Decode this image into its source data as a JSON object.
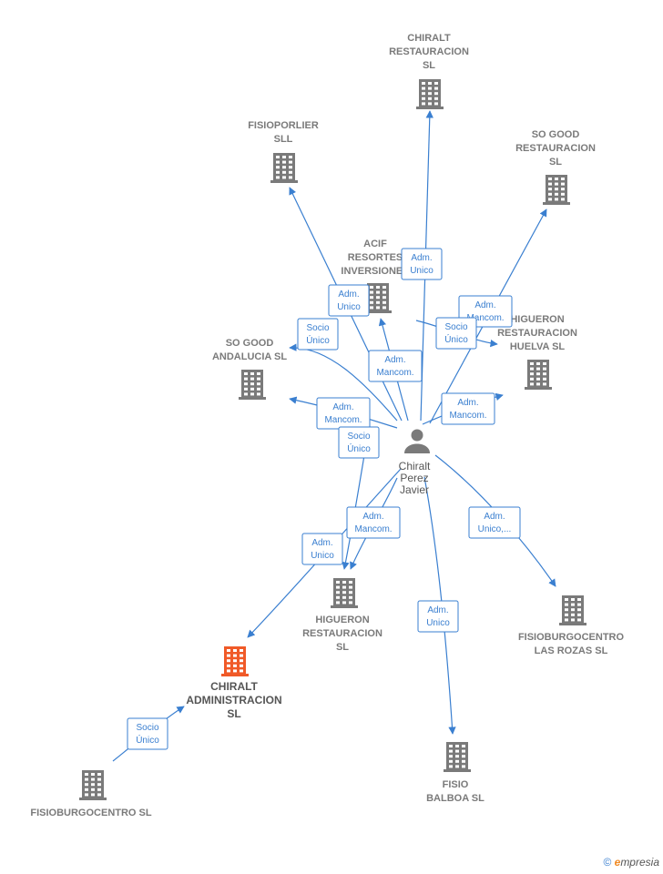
{
  "center": {
    "lines": [
      "Chiralt",
      "Perez",
      "Javier"
    ]
  },
  "nodes": [
    {
      "id": "chiralt_rest",
      "lines": [
        "CHIRALT",
        "RESTAURACION",
        "SL"
      ],
      "highlight": false
    },
    {
      "id": "fisioporlier",
      "lines": [
        "FISIOPORLIER",
        "SLL"
      ],
      "highlight": false
    },
    {
      "id": "sogood_rest",
      "lines": [
        "SO GOOD",
        "RESTAURACION",
        "SL"
      ],
      "highlight": false
    },
    {
      "id": "acif",
      "lines": [
        "ACIF",
        "RESORTES",
        "INVERSIONES"
      ],
      "highlight": false
    },
    {
      "id": "sogood_and",
      "lines": [
        "SO GOOD",
        "ANDALUCIA SL"
      ],
      "highlight": false
    },
    {
      "id": "higueron_huelva",
      "lines": [
        "HIGUERON",
        "RESTAURACION",
        "HUELVA SL"
      ],
      "highlight": false
    },
    {
      "id": "higueron_rest",
      "lines": [
        "HIGUERON",
        "RESTAURACION",
        "SL"
      ],
      "highlight": false
    },
    {
      "id": "chiralt_adm",
      "lines": [
        "CHIRALT",
        "ADMINISTRACION",
        "SL"
      ],
      "highlight": true
    },
    {
      "id": "fisiob_rozas",
      "lines": [
        "FISIOBURGOCENTRO",
        "LAS ROZAS SL"
      ],
      "highlight": false
    },
    {
      "id": "fisio_balboa",
      "lines": [
        "FISIO",
        "BALBOA SL"
      ],
      "highlight": false
    },
    {
      "id": "fisiob",
      "lines": [
        "FISIOBURGOCENTRO SL"
      ],
      "highlight": false
    }
  ],
  "relations": [
    {
      "id": "r_chiralt_rest",
      "lines": [
        "Adm.",
        "Unico"
      ]
    },
    {
      "id": "r_fisioporlier",
      "lines": [
        "Adm.",
        "Unico"
      ]
    },
    {
      "id": "r_sogood_rest",
      "lines": [
        "Adm.",
        "Mancom."
      ]
    },
    {
      "id": "r_acif",
      "lines": [
        "Adm.",
        "Mancom."
      ]
    },
    {
      "id": "r_sogood_and_socio",
      "lines": [
        "Socio",
        "Único"
      ]
    },
    {
      "id": "r_huelva_socio",
      "lines": [
        "Socio",
        "Único"
      ]
    },
    {
      "id": "r_huelva_adm",
      "lines": [
        "Adm.",
        "Mancom."
      ]
    },
    {
      "id": "r_sogood_and_adm",
      "lines": [
        "Adm.",
        "Mancom."
      ]
    },
    {
      "id": "r_higueron_socio",
      "lines": [
        "Socio",
        "Único"
      ]
    },
    {
      "id": "r_higueron_adm",
      "lines": [
        "Adm.",
        "Mancom."
      ]
    },
    {
      "id": "r_chiralt_adm",
      "lines": [
        "Adm.",
        "Unico"
      ]
    },
    {
      "id": "r_rozas",
      "lines": [
        "Adm.",
        "Unico,..."
      ]
    },
    {
      "id": "r_balboa",
      "lines": [
        "Adm.",
        "Unico"
      ]
    },
    {
      "id": "r_fisiob",
      "lines": [
        "Socio",
        "Único"
      ]
    }
  ],
  "colors": {
    "edge": "#3a7fd0",
    "building": "#7a7a7a",
    "highlight": "#f05a28",
    "person": "#7a7a7a"
  },
  "footer": {
    "symbol": "©",
    "brand_initial": "e",
    "brand_rest": "mpresia"
  }
}
